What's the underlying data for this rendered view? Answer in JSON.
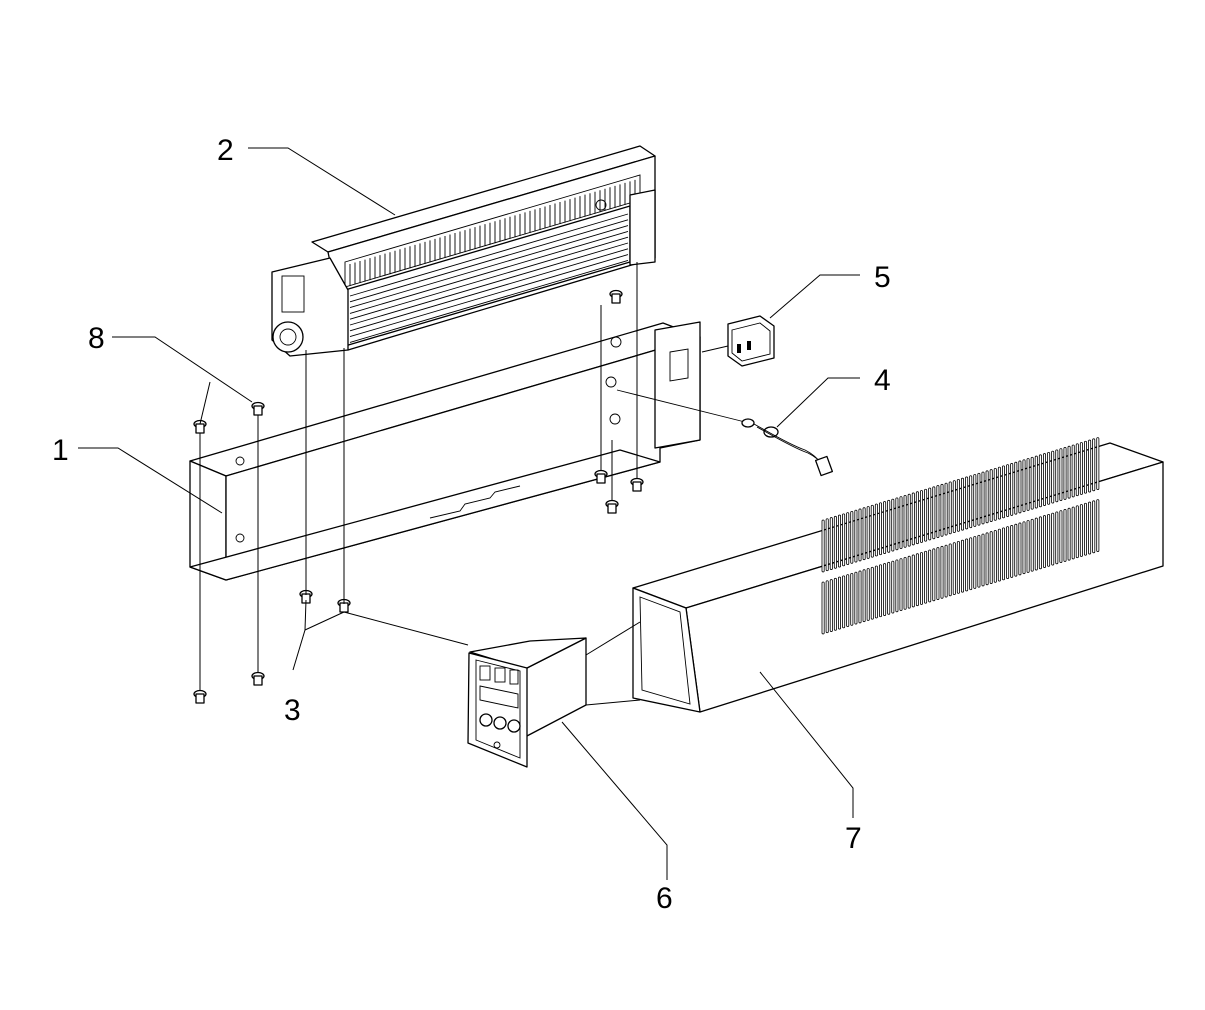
{
  "colors": {
    "line": "#000000",
    "background": "#ffffff"
  },
  "callouts": [
    {
      "id": "part-1",
      "label": "1"
    },
    {
      "id": "part-2",
      "label": "2"
    },
    {
      "id": "part-3",
      "label": "3"
    },
    {
      "id": "part-4",
      "label": "4"
    },
    {
      "id": "part-5",
      "label": "5"
    },
    {
      "id": "part-6",
      "label": "6"
    },
    {
      "id": "part-7",
      "label": "7"
    },
    {
      "id": "part-8",
      "label": "8"
    }
  ]
}
